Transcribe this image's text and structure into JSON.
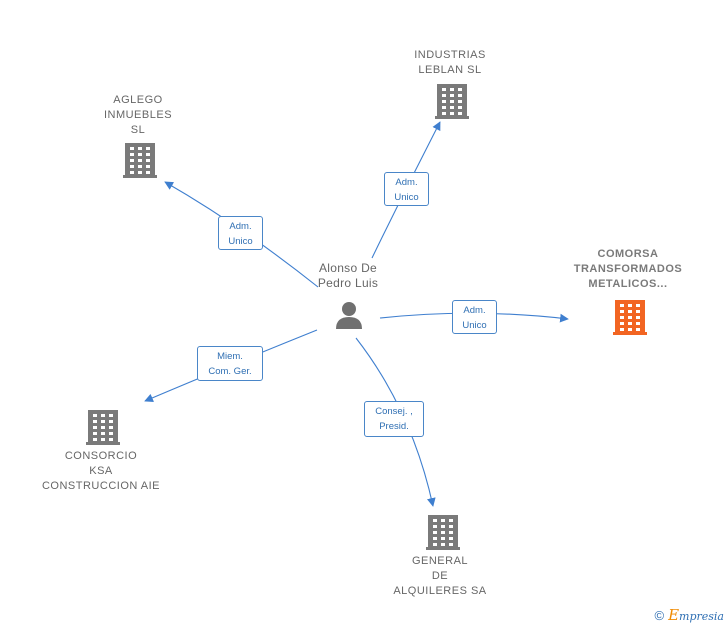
{
  "center": {
    "label": "Alonso De\nPedro Luis",
    "icon": "person-icon"
  },
  "companies": [
    {
      "key": "industrias",
      "label": "INDUSTRIAS\nLEBLAN SL",
      "color": "#7a7a7a",
      "highlight": false
    },
    {
      "key": "aglego",
      "label": "AGLEGO\nINMUEBLES\nSL",
      "color": "#7a7a7a",
      "highlight": false
    },
    {
      "key": "comorsa",
      "label": "COMORSA\nTRANSFORMADOS\nMETALICOS...",
      "color": "#f26522",
      "highlight": true
    },
    {
      "key": "consorcio",
      "label": "CONSORCIO\nKSA\nCONSTRUCCION AIE",
      "color": "#7a7a7a",
      "highlight": false
    },
    {
      "key": "general",
      "label": "GENERAL\nDE\nALQUILERES SA",
      "color": "#7a7a7a",
      "highlight": false
    }
  ],
  "edges": [
    {
      "to": "industrias",
      "label": "Adm.\nUnico"
    },
    {
      "to": "aglego",
      "label": "Adm.\nUnico"
    },
    {
      "to": "comorsa",
      "label": "Adm.\nUnico"
    },
    {
      "to": "consorcio",
      "label": "Miem.\nCom. Ger."
    },
    {
      "to": "general",
      "label": "Consej. ,\nPresid."
    }
  ],
  "colors": {
    "edge": "#3f7fcf",
    "building": "#7a7a7a",
    "highlight": "#f26522",
    "person": "#707070"
  },
  "footer": {
    "copyright": "©",
    "brand_first": "E",
    "brand_rest": "mpresia"
  }
}
